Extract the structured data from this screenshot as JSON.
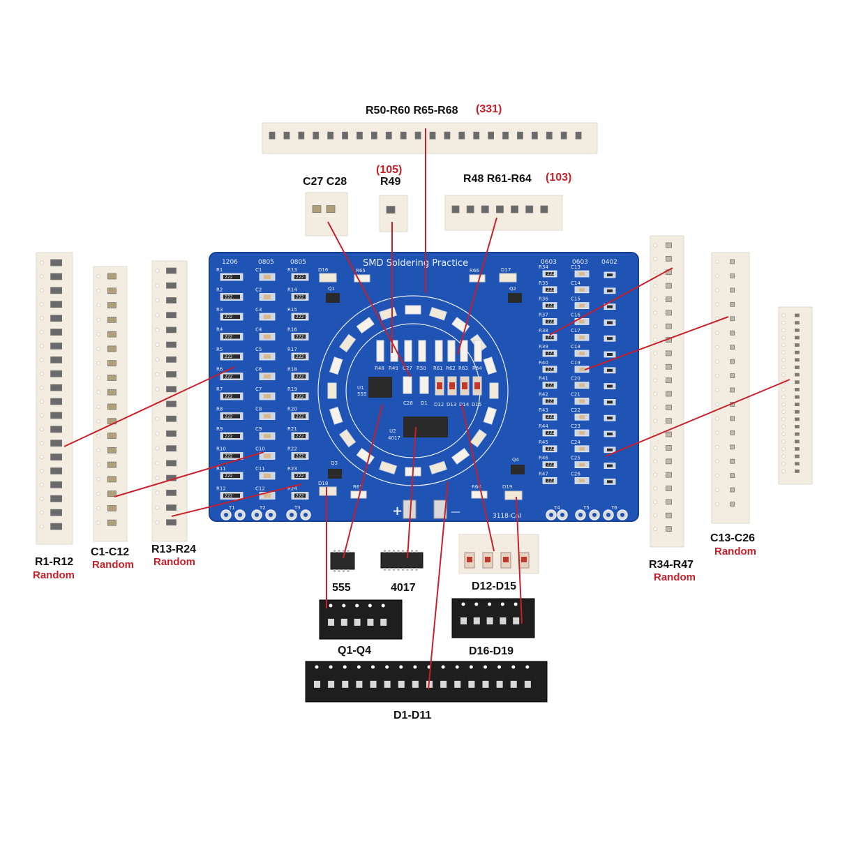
{
  "board": {
    "title": "SMD Soldering Practice",
    "code": "3118-CAI",
    "col_sizes": [
      "1206",
      "0805",
      "0805",
      "0603",
      "0603",
      "0402"
    ],
    "ic_u1": "U1",
    "ic_u1_value": "555",
    "ic_u2": "U2",
    "ic_u2_value": "4017",
    "plus": "+",
    "minus": "—",
    "resistor_marking": "222",
    "col1_refs": [
      "R1",
      "R2",
      "R3",
      "R4",
      "R5",
      "R6",
      "R7",
      "R8",
      "R9",
      "R10",
      "R11",
      "R12"
    ],
    "col2_refs": [
      "C1",
      "C2",
      "C3",
      "C4",
      "C5",
      "C6",
      "C7",
      "C8",
      "C9",
      "C10",
      "C11",
      "C12"
    ],
    "col3_refs": [
      "R13",
      "R14",
      "R15",
      "R16",
      "R17",
      "R18",
      "R19",
      "R20",
      "R21",
      "R22",
      "R23",
      "R24"
    ],
    "col4_refs": [
      "R34",
      "R35",
      "R36",
      "R37",
      "R38",
      "R39",
      "R40",
      "R41",
      "R42",
      "R43",
      "R44",
      "R45",
      "R46",
      "R47"
    ],
    "col5_refs": [
      "C13",
      "C14",
      "C15",
      "C16",
      "C17",
      "C18",
      "C19",
      "C20",
      "C21",
      "C22",
      "C23",
      "C24",
      "C25",
      "C26"
    ],
    "center_refs": [
      "R48",
      "R49",
      "C27",
      "R50",
      "R61",
      "R62",
      "R63",
      "R64"
    ],
    "diode_refs": [
      "D1",
      "D12",
      "D13",
      "D14",
      "D15"
    ],
    "small_refs": [
      "D16",
      "D17",
      "D18",
      "D19",
      "Q1",
      "Q2",
      "Q3",
      "Q4",
      "R65",
      "R66",
      "R67",
      "R68",
      "C28",
      "T1",
      "T2",
      "T3",
      "T4",
      "T5",
      "T6"
    ]
  },
  "labels": {
    "r50": "R50-R60  R65-R68",
    "r50_value": "(331)",
    "c27": "C27 C28",
    "r49": "R49",
    "r49_value": "(105)",
    "r48": "R48  R61-R64",
    "r48_value": "(103)",
    "r1": "R1-R12",
    "c1": "C1-C12",
    "r13": "R13-R24",
    "r34": "R34-R47",
    "c13": "C13-C26",
    "random": "Random",
    "ic555": "555",
    "ic4017": "4017",
    "d12": "D12-D15",
    "q1": "Q1-Q4",
    "d16": "D16-D19",
    "d1": "D1-D11"
  },
  "colors": {
    "pcb": "#1f53b4",
    "pcb_edge": "#15409a",
    "silk": "#e8eef8",
    "tape": "#f3ece1",
    "pointer": "#c8202a",
    "chip": "#2a2a2a"
  }
}
